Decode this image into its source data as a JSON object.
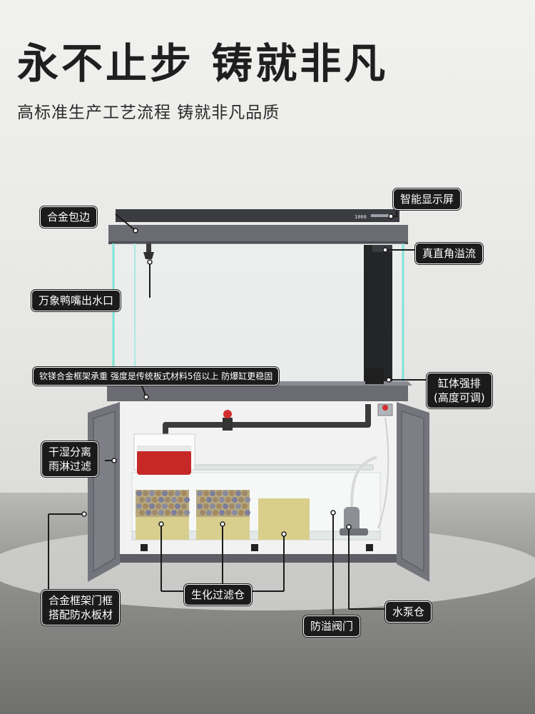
{
  "headline": "永不止步 铸就非凡",
  "subline": "高标准生产工艺流程 铸就非凡品质",
  "display_readout": "1000",
  "colors": {
    "label_bg": "#1b1b1b",
    "label_text": "#ffffff",
    "cabinet": "#6f7078",
    "filter_red": "#c62828",
    "valve_red": "#d32f2f",
    "glass_edge": "#7fe3d6"
  },
  "labels": {
    "smart_display": "智能显示屏",
    "alloy_edge": "合金包边",
    "overflow": "真直角溢流",
    "duck_outlet": "万象鸭嘴出水口",
    "frame_note": "钦镁合金框架承重 强度是传统板式材料5倍以上 防爆缸更稳固",
    "drain_line1": "缸体强排",
    "drain_line2": "(高度可调)",
    "dry_wet_line1": "干湿分离",
    "dry_wet_line2": "雨淋过滤",
    "door_frame_line1": "合金框架门框",
    "door_frame_line2": "搭配防水板材",
    "bio_filter": "生化过滤仓",
    "pump": "水泵仓",
    "valve": "防溢阀门"
  }
}
